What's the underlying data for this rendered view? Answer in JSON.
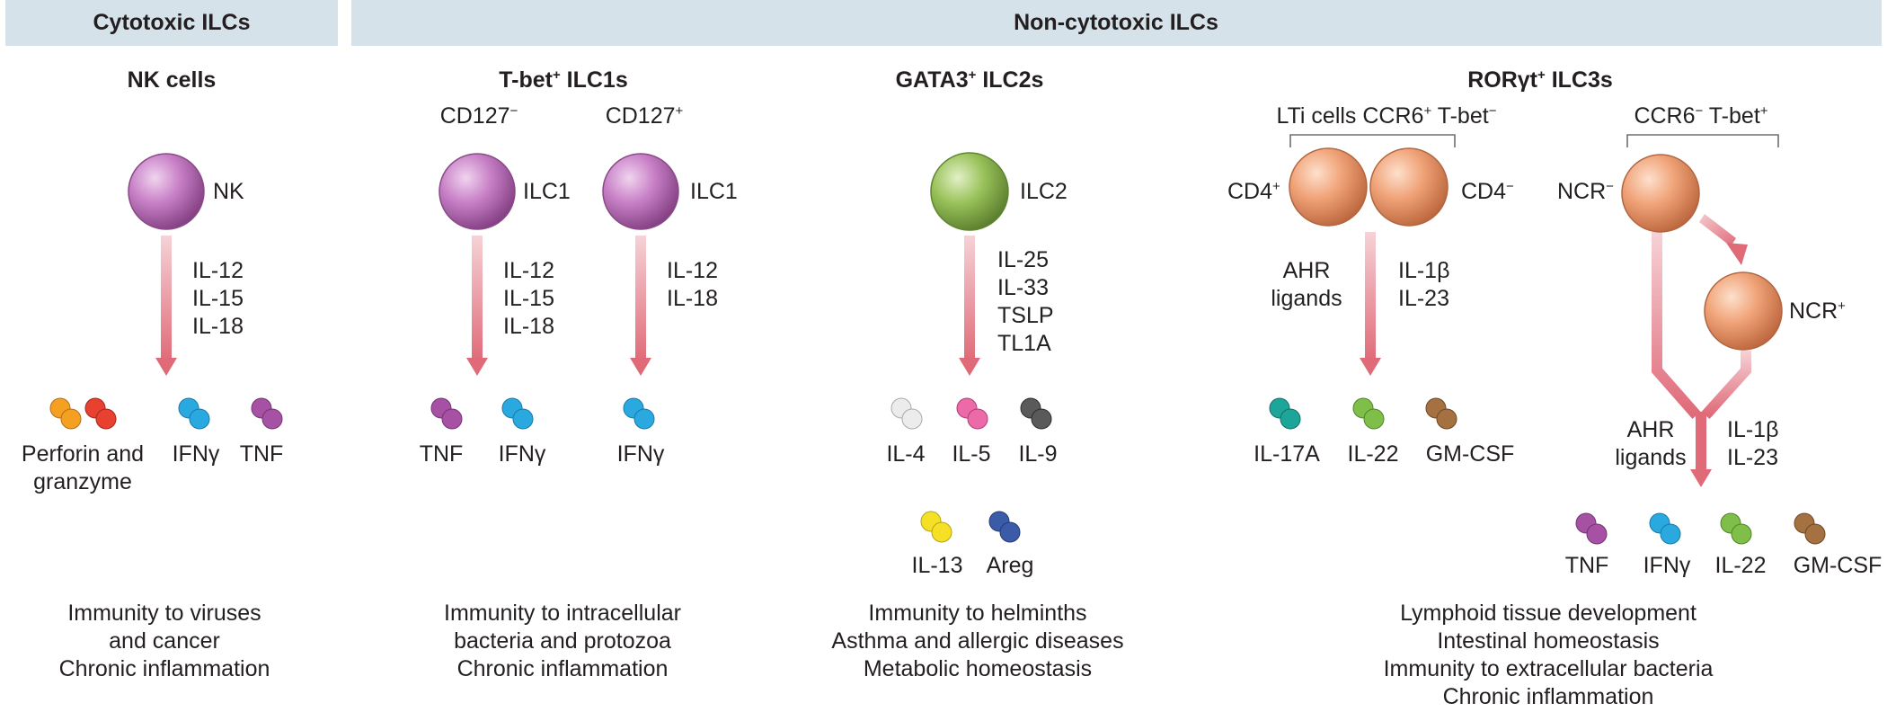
{
  "headers": {
    "cytotoxic": "Cytotoxic ILCs",
    "noncytotoxic": "Non-cytotoxic ILCs"
  },
  "groups": {
    "nk": "NK cells",
    "ilc1": {
      "pre": "T-bet",
      "sup": "+",
      "post": " ILC1s"
    },
    "ilc2": {
      "pre": "GATA3",
      "sup": "+",
      "post": " ILC2s"
    },
    "ilc3": {
      "pre": "RORγt",
      "sup": "+",
      "post": " ILC3s"
    }
  },
  "subsets": {
    "cd127neg": {
      "pre": "CD127",
      "sup": "−"
    },
    "cd127pos": {
      "pre": "CD127",
      "sup": "+"
    },
    "lti": {
      "p1": "LTi cells CCR6",
      "s1": "+",
      "p2": " T-bet",
      "s2": "−"
    },
    "ccr6neg": {
      "p1": "CCR6",
      "s1": "−",
      "p2": " T-bet",
      "s2": "+"
    }
  },
  "cells": {
    "nk": "NK",
    "ilc1a": "ILC1",
    "ilc1b": "ILC1",
    "ilc2": "ILC2",
    "cd4pos": {
      "pre": "CD4",
      "sup": "+"
    },
    "cd4neg": {
      "pre": "CD4",
      "sup": "−"
    },
    "ncrneg": {
      "pre": "NCR",
      "sup": "−"
    },
    "ncrpos": {
      "pre": "NCR",
      "sup": "+"
    }
  },
  "stimuli": {
    "nk": [
      "IL-12",
      "IL-15",
      "IL-18"
    ],
    "ilc1a": [
      "IL-12",
      "IL-15",
      "IL-18"
    ],
    "ilc1b": [
      "IL-12",
      "IL-18"
    ],
    "ilc2": [
      "IL-25",
      "IL-33",
      "TSLP",
      "TL1A"
    ],
    "ilc3_left": [
      "AHR",
      "ligands"
    ],
    "ilc3_right": [
      "IL-1β",
      "IL-23"
    ],
    "ncr_left": [
      "AHR",
      "ligands"
    ],
    "ncr_right": [
      "IL-1β",
      "IL-23"
    ]
  },
  "outputs": {
    "nk_perforin": [
      "Perforin and",
      "granzyme"
    ],
    "nk_ifng": "IFNγ",
    "nk_tnf": "TNF",
    "ilc1_tnf": "TNF",
    "ilc1_ifng": "IFNγ",
    "ilc1b_ifng": "IFNγ",
    "ilc2_il4": "IL-4",
    "ilc2_il5": "IL-5",
    "ilc2_il9": "IL-9",
    "ilc2_il13": "IL-13",
    "ilc2_areg": "Areg",
    "ilc3_il17a": "IL-17A",
    "ilc3_il22": "IL-22",
    "ilc3_gmcsf": "GM-CSF",
    "ncr_tnf": "TNF",
    "ncr_ifng": "IFNγ",
    "ncr_il22": "IL-22",
    "ncr_gmcsf": "GM-CSF"
  },
  "functions": {
    "nk": [
      "Immunity to viruses",
      "and cancer",
      "Chronic inflammation"
    ],
    "ilc1": [
      "Immunity to intracellular",
      "bacteria and protozoa",
      "Chronic inflammation"
    ],
    "ilc2": [
      "Immunity to helminths",
      "Asthma and allergic diseases",
      "Metabolic homeostasis"
    ],
    "ilc3": [
      "Lymphoid tissue development",
      "Intestinal homeostasis",
      "Immunity to extracellular bacteria",
      "Chronic inflammation"
    ]
  },
  "colors": {
    "header_bg": "#d6e2e9",
    "arrow": "#e06a78",
    "nk_cell": "#c77fc6",
    "ilc2_cell": "#99c25a",
    "ilc3_cell": "#f0a277",
    "perforin_orange": "#f5a021",
    "granzyme_red": "#e8412f",
    "ifng_blue": "#2aa9e1",
    "tnf_purple": "#a751a4",
    "il4_white": "#e8e8e8",
    "il5_pink": "#ec6aa8",
    "il9_gray": "#5a5a5a",
    "il13_yellow": "#f5e026",
    "areg_navy": "#3b5aa8",
    "il17a_teal": "#1ea59a",
    "il22_green": "#7fbe48",
    "gmcsf_brown": "#a57140"
  }
}
